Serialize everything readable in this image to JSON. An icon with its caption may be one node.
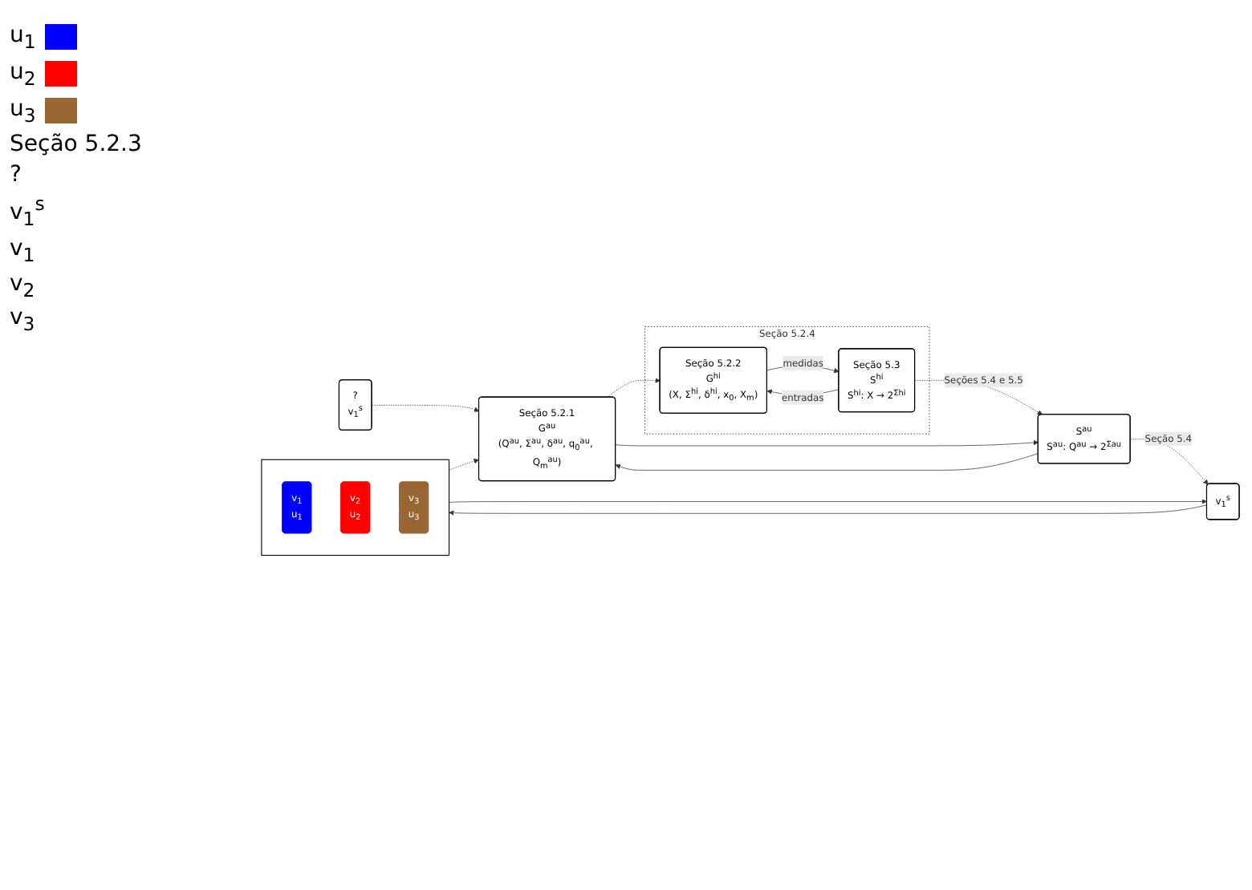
{
  "diagram": {
    "nodes": [
      {
        "text": [
          "Seção 5.2.4"
        ]
      },
      {
        "text": [
          "Seção 5.2.2",
          "G$^{hi}$",
          "(X, Σ$^{hi}$, δ$^{hi}$, x$_{0}$, X$_{m}$)"
        ],
        "in": 0
      },
      {
        "text": [
          "Seção 5.3",
          "S$^{hi}$",
          "S$^{hi}$: X → 2$^{Σ}$$^{hi}$"
        ],
        "in": 0
      },
      {
        "text": [
          "Seção 5.2.1",
          "G$^{au}$",
          "(Q$^{au}$, Σ$^{au}$, δ$^{au}$, q$_{0}$$^{au}$, Q$_{m}$$^{au}$)"
        ]
      },
      {
        "text": [
          "S$^{au}$",
          "S$^{au}$: Q$^{au}$ → 2$^{Σ}$$^{au}$"
        ]
      },
      {
        "text": [
          "?",
          "v$_{1}$$^{s}$"
        ]
      },
      {
        "text": [],
        "shape": "box"
      },
      {
        "text": [
          "v$_{1}$",
          "u$_{1}$"
        ],
        "in": 6
      },
      {
        "text": [
          "v$_{2}$",
          "u$_{2}$"
        ],
        "in": 6
      },
      {
        "text": [
          "v$_{3}$",
          "u$_{3}$"
        ],
        "in": 6
      },
      {
        "text": [
          "v$_{1}$$^{s}$"
        ]
      }
    ],
    "edges": [
      {
        "from": 1,
        "to": 2,
        "arrow": "to",
        "label": "medidas"
      },
      {
        "from": 2,
        "to": 1,
        "arrow": "to",
        "label": "entradas"
      },
      {
        "from": 3,
        "to": 1,
        "arrow": "to",
        "style": "dashed"
      },
      {
        "from": 2,
        "to": 4,
        "arrow": "to",
        "style": "dashed",
        "label": "Seções 5.4 e 5.5"
      },
      {
        "from": 3,
        "to": 4,
        "arrow": "to"
      },
      {
        "from": 4,
        "to": 3,
        "arrow": "to"
      },
      {
        "from": 4,
        "to": 10,
        "arrow": "to",
        "style": "dashed",
        "label": "Seção 5.4"
      },
      {
        "from": 5,
        "to": 3,
        "arrow": "to",
        "style": "dashed"
      },
      {
        "from": 6,
        "to": 3,
        "arrow": "to",
        "style": "dashed"
      },
      {
        "from": 6,
        "to": 10,
        "arrow": "to"
      },
      {
        "from": 10,
        "to": 6,
        "arrow": "to"
      }
    ],
    "labels": [
      "Seção 5.2.3",
      "?",
      "v$_{1}$$^{s}$",
      "v$_{1}$",
      "v$_{2}$",
      "v$_{3}$"
    ],
    "legend": [
      {
        "text": "u$_{1}$",
        "color": "#0000ff"
      },
      {
        "text": "u$_{2}$",
        "color": "#ff0000"
      },
      {
        "text": "u$_{3}$",
        "color": "#996633"
      }
    ]
  }
}
